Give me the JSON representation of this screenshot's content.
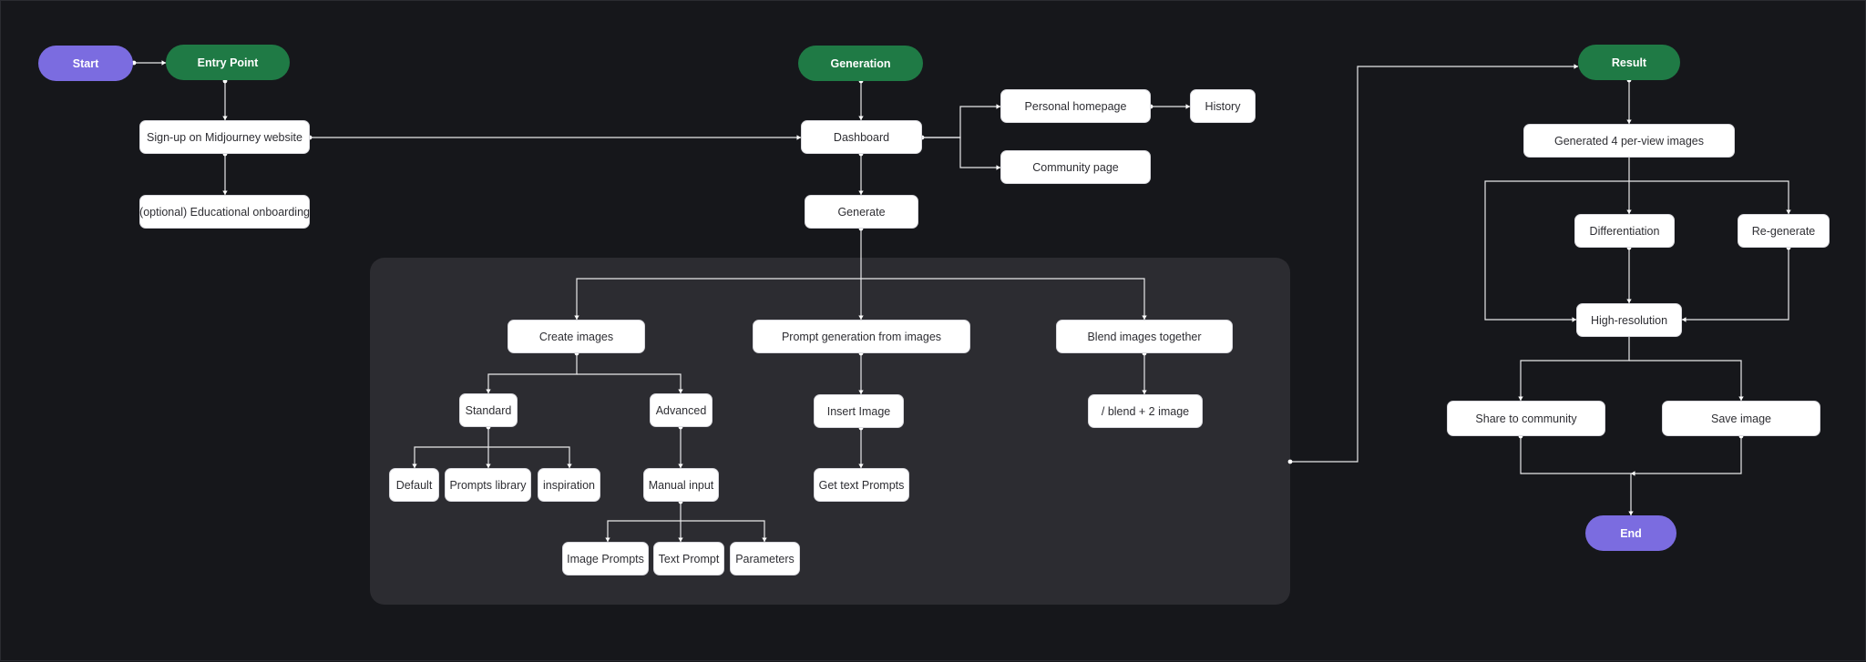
{
  "colors": {
    "background": "#16171b",
    "panel": "#2c2c31",
    "section_pill": "#1f7a45",
    "terminal_pill": "#7b6ce0",
    "node": "#ffffff",
    "edge": "#e8e8ea"
  },
  "entry": {
    "start": "Start",
    "title": "Entry Point",
    "signup": "Sign-up on Midjourney website",
    "onboarding": "(optional) Educational onboarding"
  },
  "generation": {
    "title": "Generation",
    "dashboard": "Dashboard",
    "personal_homepage": "Personal homepage",
    "history": "History",
    "community_page": "Community page",
    "generate": "Generate",
    "create_images": "Create images",
    "prompt_from_images": "Prompt generation from images",
    "blend_images": "Blend images together",
    "standard": "Standard",
    "advanced": "Advanced",
    "default": "Default",
    "prompts_library": "Prompts library",
    "inspiration": "inspiration",
    "manual_input": "Manual input",
    "image_prompts": "Image Prompts",
    "text_prompt": "Text Prompt",
    "parameters": "Parameters",
    "insert_image": "Insert Image",
    "get_text_prompts": "Get text Prompts",
    "blend_command": "/ blend + 2 image"
  },
  "result": {
    "title": "Result",
    "generated": "Generated 4 per-view images",
    "differentiation": "Differentiation",
    "regenerate": "Re-generate",
    "high_resolution": "High-resolution",
    "share": "Share to community",
    "save": "Save image",
    "end": "End"
  }
}
